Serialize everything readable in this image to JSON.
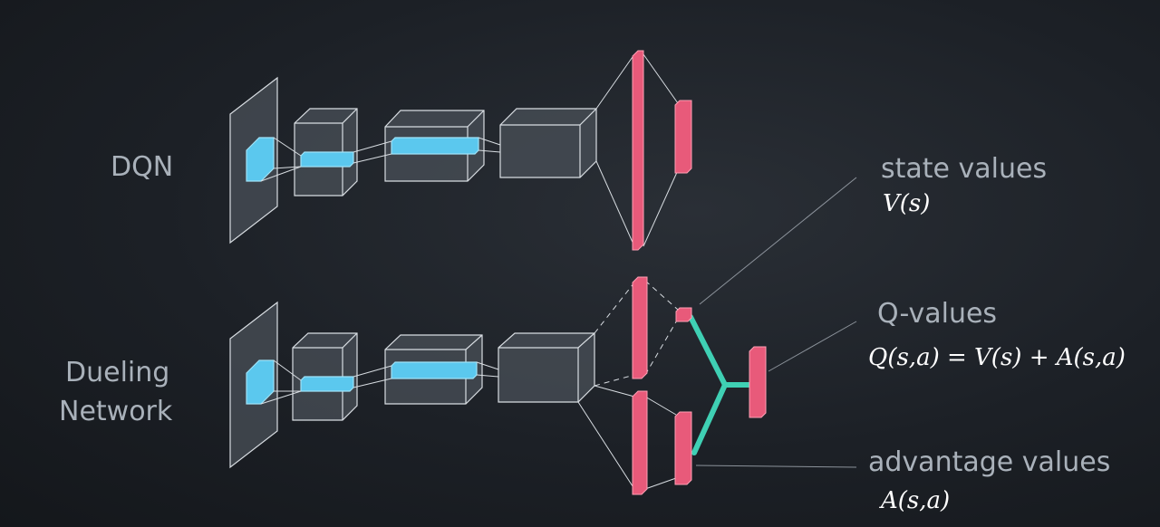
{
  "labels": {
    "dqn": "DQN",
    "dueling_line1": "Dueling",
    "dueling_line2": "Network",
    "state_values": "state values",
    "state_values_math": "V(s)",
    "q_values": "Q-values",
    "q_values_math": "Q(s,a) = V(s) + A(s,a)",
    "advantage_values": "advantage values",
    "advantage_values_math": "A(s,a)"
  },
  "colors": {
    "block_fill": "#4a5058",
    "block_edge": "#d8dde2",
    "filter": "#5bc8ee",
    "fc": "#e85a7a",
    "merge": "#3fd0b4",
    "text": "#a9b1ba"
  }
}
